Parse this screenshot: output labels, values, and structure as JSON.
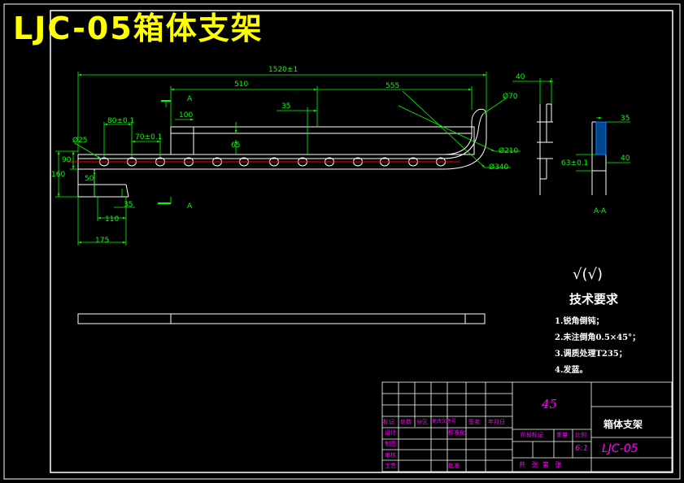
{
  "title": "LJC-05箱体支架",
  "colors": {
    "background": "#000000",
    "outline": "#ffffff",
    "dimension": "#00ff00",
    "centerline": "#ff0000",
    "title": "#ffff00",
    "titleblock_label": "#ff00ff",
    "hatch": "#0080ff"
  },
  "dimensions": {
    "overall_length": "1520±1",
    "d510": "510",
    "d555": "555",
    "d35_top": "35",
    "d100": "100",
    "d65": "65",
    "d80": "80±0.1",
    "d70": "70±0.1",
    "dia25": "Ø25",
    "d90": "90",
    "d160": "160",
    "d50": "50",
    "d35_bottom": "35",
    "d110": "110",
    "d175": "175",
    "dia70": "Ø70",
    "dia210": "Ø210",
    "dia340": "Ø340",
    "d40_side": "40",
    "section_mark": "A",
    "section_d35": "35",
    "section_d40": "40",
    "section_d63": "63±0.1",
    "section_label": "A-A"
  },
  "surface_symbol": "√(√)",
  "tech_requirements": {
    "heading": "技术要求",
    "items": [
      "1.锐角倒钝；",
      "2.未注倒角0.5×45°；",
      "3.调质处理T235；",
      "4.发蓝。"
    ]
  },
  "title_block": {
    "material": "45",
    "part_name": "箱体支架",
    "drawing_no": "LJC-05",
    "scale": "6:1",
    "header_labels": [
      "标记",
      "处数",
      "分区",
      "更改文件号",
      "签名",
      "年月日"
    ],
    "left_labels": [
      "设计",
      "标准化",
      "制图",
      "审核",
      "工艺",
      "批准"
    ],
    "stage_labels": [
      "阶段标记",
      "重量",
      "比例"
    ],
    "sheet_label": "共   张  第   张"
  }
}
